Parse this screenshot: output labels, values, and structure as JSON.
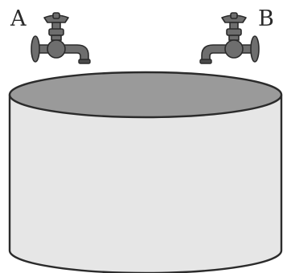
{
  "labels": {
    "tap_left": "A",
    "tap_right": "B"
  },
  "colors": {
    "outline": "#2b2b2b",
    "tank_wall": "#e6e6e6",
    "tank_opening": "#9a9a9a",
    "tap_metal": "#6e6e6e",
    "tap_dark": "#4a4a4a",
    "background": "#ffffff"
  },
  "objects": {
    "tank": "cylindrical-open-tank",
    "tap_left_icon": "faucet-icon",
    "tap_right_icon": "faucet-icon"
  }
}
